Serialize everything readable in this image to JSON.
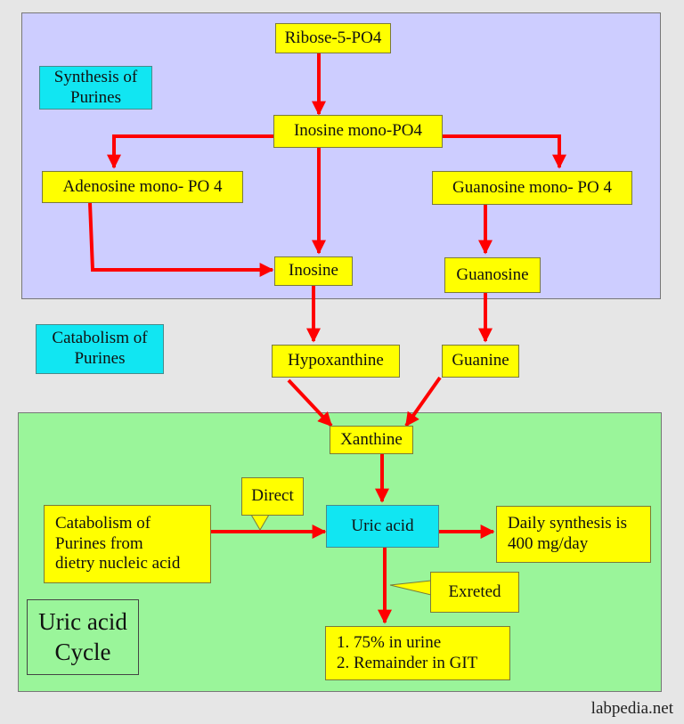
{
  "panels": {
    "synthesis_label": "Synthesis of\nPurines",
    "catabolism_label": "Catabolism  of\nPurines",
    "cycle_label": "Uric acid\nCycle"
  },
  "nodes": {
    "ribose": "Ribose-5-PO4",
    "imp": "Inosine mono-PO4",
    "amp": "Adenosine mono- PO 4",
    "gmp": "Guanosine mono- PO 4",
    "inosine": "Inosine",
    "guanosine": "Guanosine",
    "hypoxanthine": "Hypoxanthine",
    "guanine": "Guanine",
    "xanthine": "Xanthine",
    "uric_acid": "Uric acid",
    "dietary": "Catabolism  of\nPurines from\ndietry nucleic acid",
    "daily": "Daily synthesis is\n400 mg/day",
    "excretion": "1.  75% in urine\n2.  Remainder in GIT"
  },
  "callouts": {
    "direct": "Direct",
    "exreted": "Exreted"
  },
  "footer": "labpedia.net",
  "colors": {
    "arrow": "#ff0000",
    "node": "#ffff00",
    "highlight": "#11e6f2",
    "synthesis_panel": "#cdcdff",
    "uric_panel": "#9af59a"
  }
}
